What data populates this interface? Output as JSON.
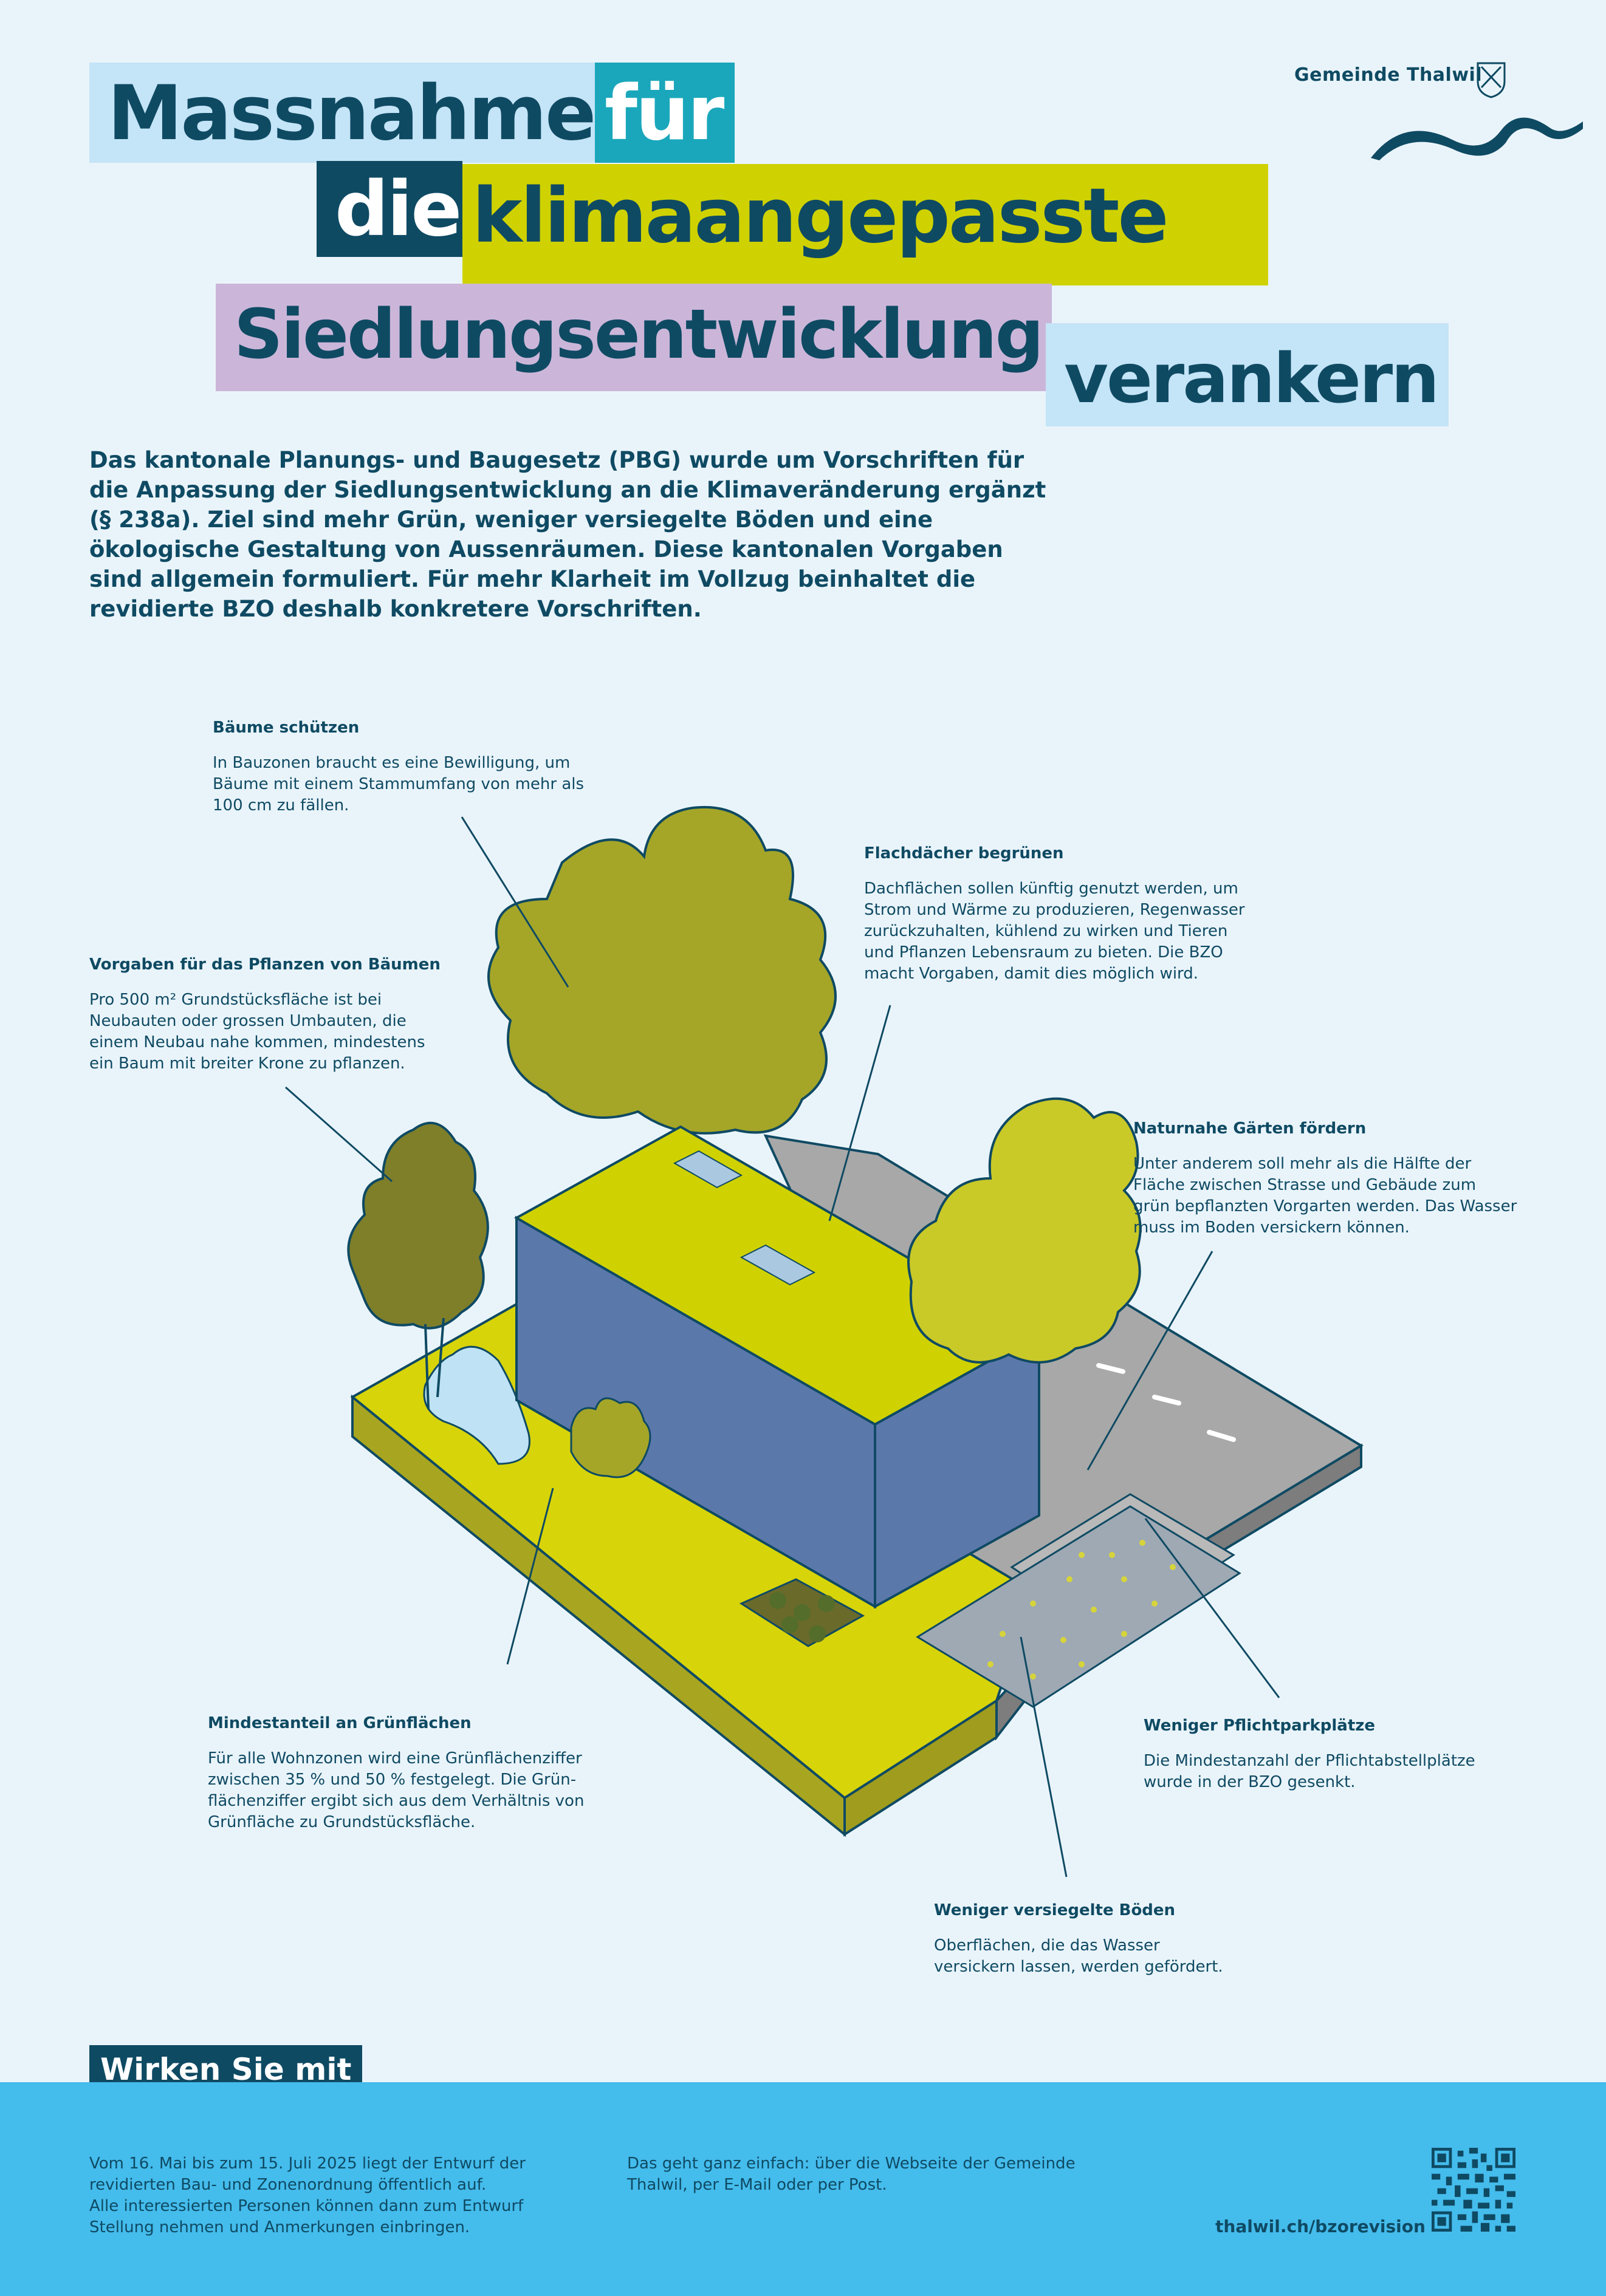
{
  "logo": {
    "text": "Gemeinde Thalwil",
    "icon": "thalwil-coat-of-arms-icon"
  },
  "headline": {
    "w1": "Massnahmen",
    "w2": "für",
    "w3": "die",
    "w4": "klimaangepasste",
    "w5": "Siedlungsentwicklung",
    "w6": "verankern"
  },
  "intro": "Das kantonale Planungs- und Baugesetz (PBG) wurde um Vorschriften für die Anpassung der Siedlungsentwicklung an die Klimaveränderung ergänzt (§ 238a). Ziel sind mehr Grün, weniger versiegelte Böden und eine ökologische Gestaltung von Aussenräumen. Diese kantonalen Vorgaben sind allgemein formuliert. Für mehr Klarheit im Vollzug beinhaltet die revidierte BZO deshalb konkretere Vorschriften.",
  "callouts": {
    "baeume": {
      "title": "Bäume schützen",
      "text": "In Bauzonen braucht es eine Bewilligung, um\nBäume mit einem Stammumfang von mehr als\n100 cm zu fällen."
    },
    "pflanzen": {
      "title": "Vorgaben für das Pflanzen von Bäumen",
      "text": "Pro 500 m² Grundstücksfläche ist bei\nNeubauten oder grossen Umbauten, die\neinem Neubau nahe kommen, mindestens\nein Baum mit breiter Krone zu pflanzen."
    },
    "dach": {
      "title": "Flachdächer begrünen",
      "text": "Dachflächen sollen künftig genutzt werden, um\nStrom und Wärme zu produzieren, Regenwasser\nzurückzuhalten, kühlend zu wirken und Tieren\nund Pflanzen Lebensraum zu bieten. Die BZO\nmacht Vorgaben, damit dies möglich wird."
    },
    "gaerten": {
      "title": "Naturnahe Gärten fördern",
      "text": "Unter anderem soll mehr als die Hälfte der\nFläche zwischen Strasse und Gebäude zum\ngrün bepflanzten Vorgarten werden. Das Wasser\nmuss im Boden versickern können."
    },
    "gruen": {
      "title": "Mindestanteil an Grünflächen",
      "text": "Für alle Wohnzonen wird eine Grünflächenziffer\nzwischen 35 % und 50 % festgelegt. Die Grün-\nflächenziffer ergibt sich aus dem Verhältnis von\nGrünfläche zu Grundstücksfläche."
    },
    "park": {
      "title": "Weniger Pflichtparkplätze",
      "text": "Die Mindestanzahl der Pflichtabstellplätze\nwurde in der BZO gesenkt."
    },
    "boeden": {
      "title": "Weniger versiegelte Böden",
      "text": "Oberflächen, die das Wasser\nversickern lassen, werden gefördert."
    }
  },
  "footer": {
    "title": "Wirken Sie mit",
    "col1": "Vom 16. Mai bis zum 15. Juli 2025 liegt der Entwurf der\nrevidierten Bau- und Zonenordnung öffentlich auf.\nAlle interessierten Personen können dann zum Entwurf\nStellung nehmen und Anmerkungen einbringen.",
    "col2": "Das geht ganz einfach: über die Webseite der Gemeinde\nThalwil, per E-Mail oder per Post.",
    "url": "thalwil.ch/bzorevision",
    "qr_icon": "qr-code-icon"
  },
  "colors": {
    "navy": "#0f4a63",
    "light_blue": "#c4e4f7",
    "teal": "#1aa7bb",
    "lime": "#cfd200",
    "lilac": "#cbb6d9",
    "footer_blue": "#44bcec",
    "building": "#5b78ab",
    "olive": "#a5a628"
  }
}
